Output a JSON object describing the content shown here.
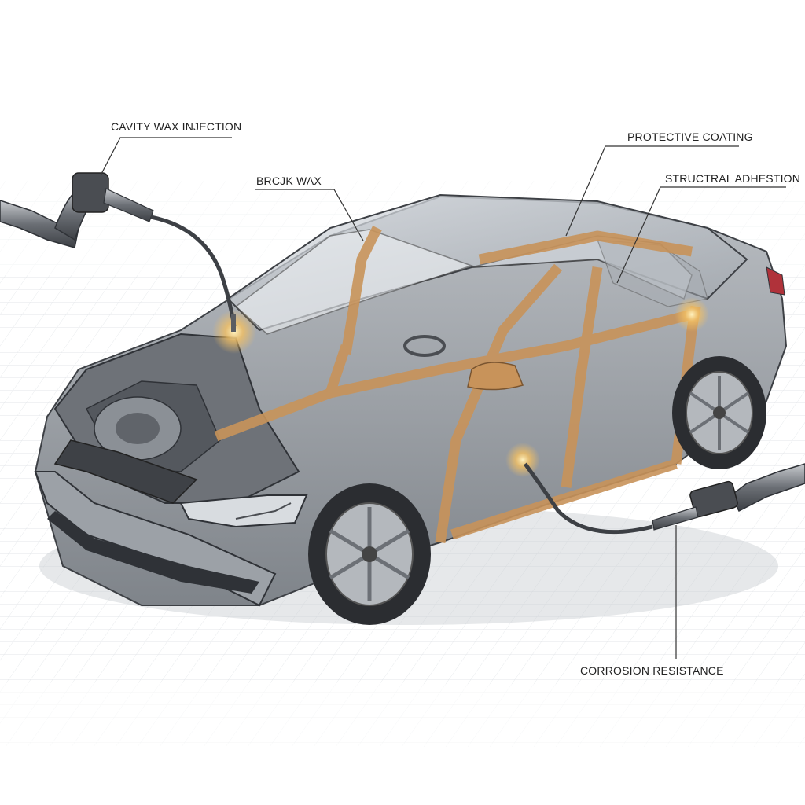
{
  "labels": {
    "cavity_wax_injection": "CAVITY WAX INJECTION",
    "brick_wax": "BRCJK WAX",
    "protective_coating": "PROTECTIVE COATING",
    "structural_adhesion": "STRUCTRAL ADHESTION",
    "corrosion_resistance": "CORROSION RESISTANCE"
  },
  "colors": {
    "body_grey": "#8e9298",
    "dark_grey": "#4a4d52",
    "frame_orange": "#c8935a",
    "glow": "#f3c063",
    "grid": "#d9dde2",
    "leader_line": "#333333"
  },
  "icons": {
    "left_tool": "wax-injection-gun-icon",
    "right_tool": "wax-injection-gun-icon"
  }
}
